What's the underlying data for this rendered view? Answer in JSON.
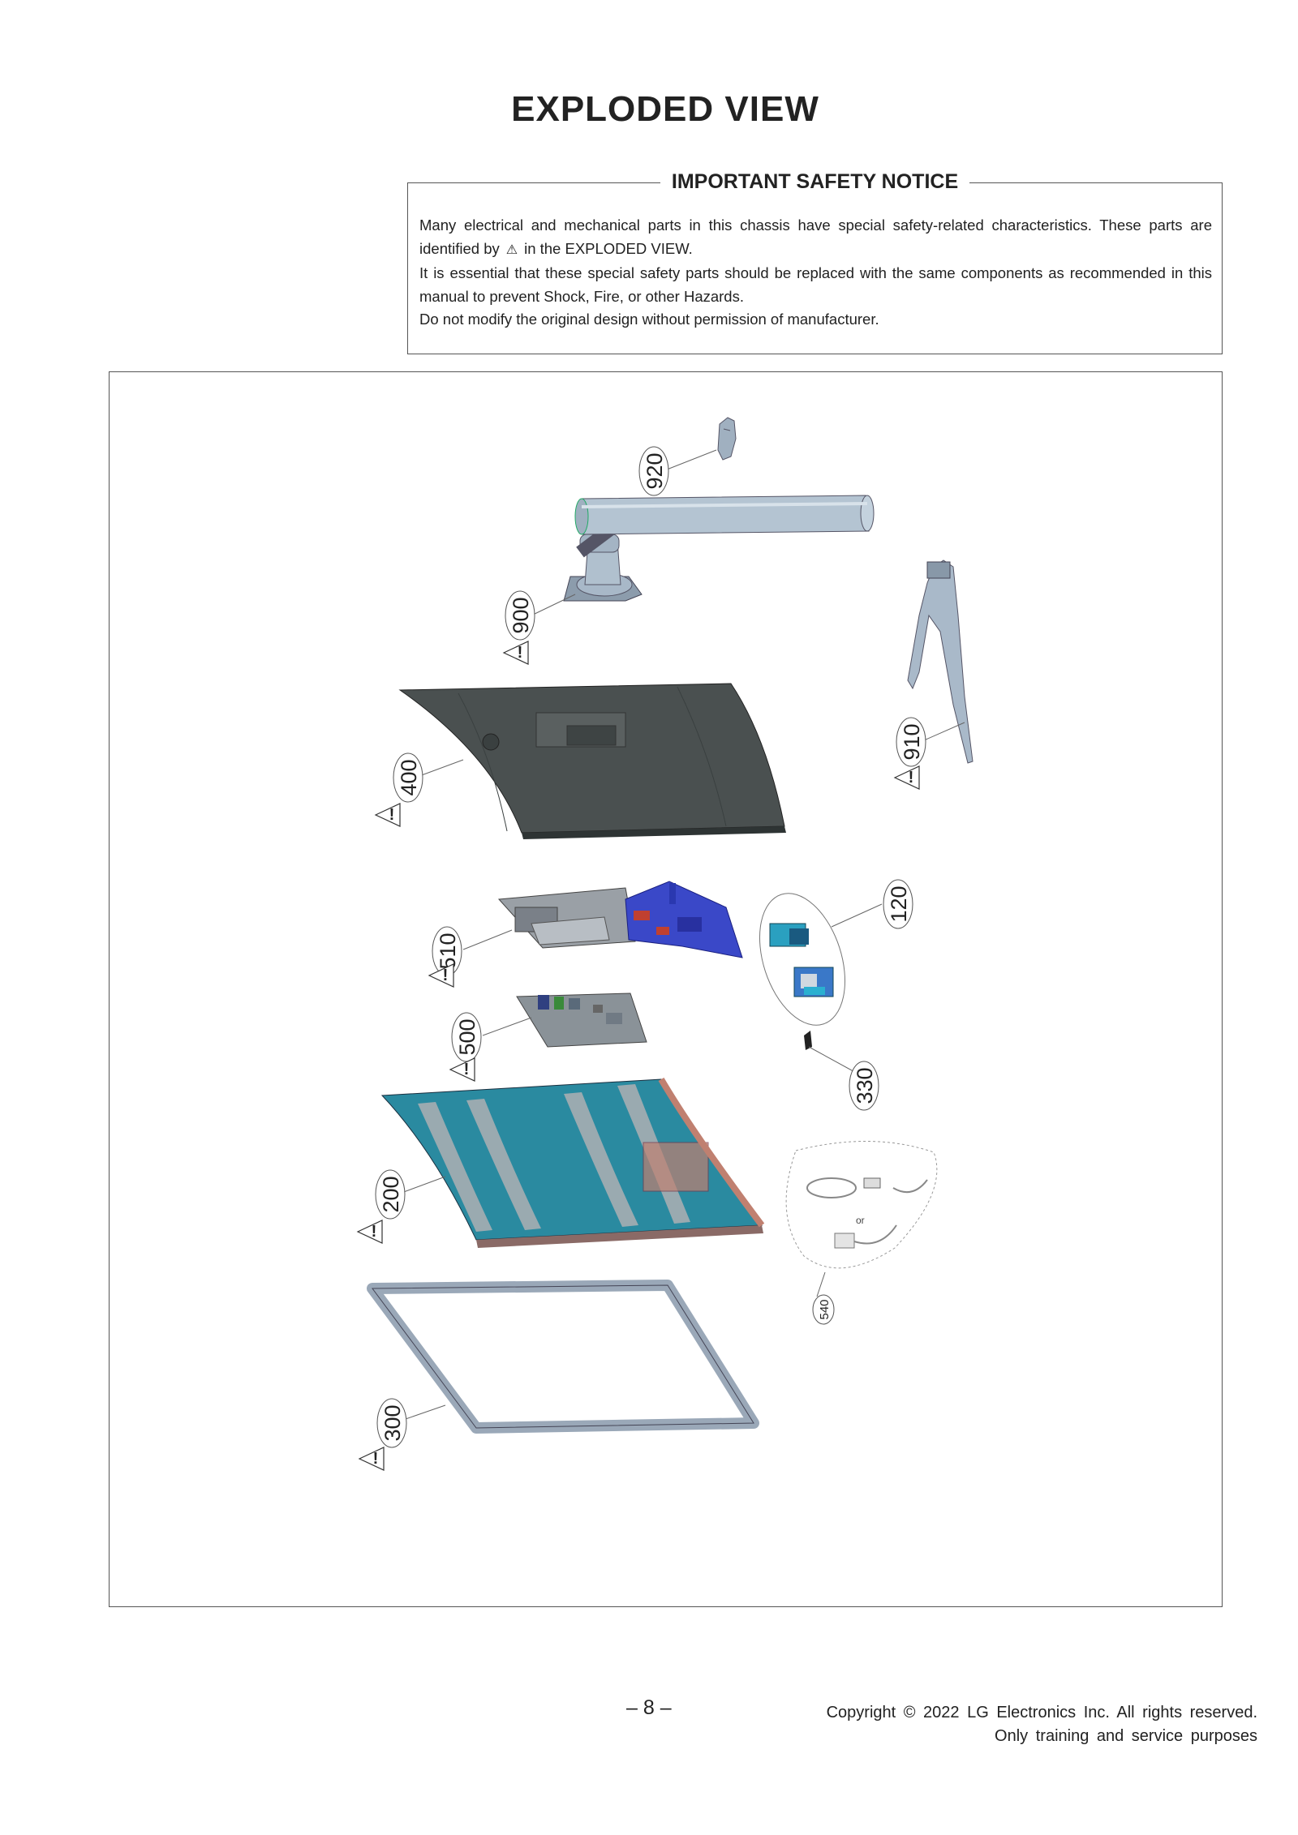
{
  "title": "EXPLODED  VIEW",
  "notice": {
    "heading": "IMPORTANT SAFETY NOTICE",
    "line1_a": "Many electrical and mechanical parts in this chassis have special safety-related characteristics. These parts are identified by",
    "line1_b": "in the  EXPLODED VIEW.",
    "line2": "It is essential that these special safety parts should be replaced with the same components as recommended in this manual to prevent Shock, Fire, or other Hazards.",
    "line3": "Do not modify the original design without permission of manufacturer."
  },
  "parts": {
    "p920": "920",
    "p900": "900",
    "p910": "910",
    "p400": "400",
    "p510": "510",
    "p120": "120",
    "p500": "500",
    "p330": "330",
    "p200": "200",
    "p540": "540",
    "p300": "300",
    "or_label": "or"
  },
  "footer": {
    "page_number": "– 8 –",
    "copyright": "Copyright  ©  2022  LG  Electronics  Inc.  All  rights  reserved.",
    "purpose": "Only  training  and  service  purposes"
  },
  "colors": {
    "stand": "#a8b8c6",
    "back_cover": "#4a5050",
    "bracket_blue": "#3a48c8",
    "panel_teal": "#2a8aa0",
    "frame_gray": "#9aa8b8"
  }
}
